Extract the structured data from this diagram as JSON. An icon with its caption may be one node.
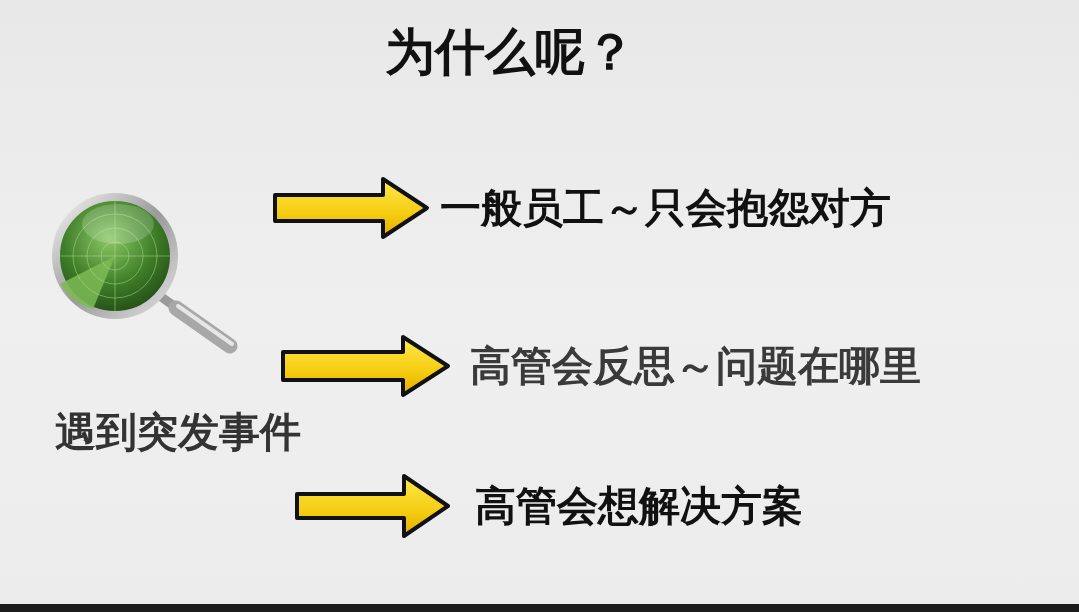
{
  "diagram": {
    "title": "为什么呢？",
    "nodes": [
      {
        "text": [
          "一般员工～只会抱怨对方"
        ]
      },
      {
        "text": [
          "高管会反思～问题在哪里"
        ]
      },
      {
        "text": [
          "高管会想解决方案"
        ]
      }
    ],
    "edges": [
      {
        "from": null,
        "to": 0,
        "arrow": "to"
      },
      {
        "from": null,
        "to": 1,
        "arrow": "to"
      },
      {
        "from": null,
        "to": 2,
        "arrow": "to"
      }
    ],
    "labels": [
      "遇到突发事件"
    ]
  }
}
